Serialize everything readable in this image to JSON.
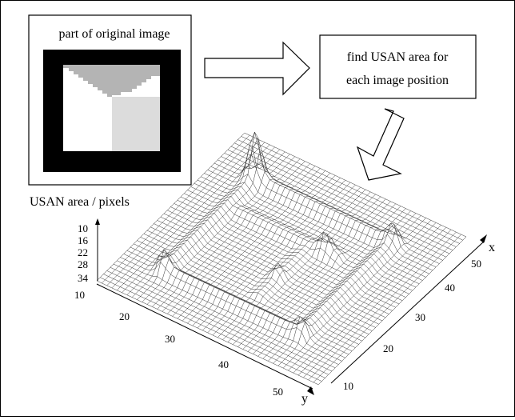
{
  "panel": {
    "image_caption": "part of original image",
    "process_line1": "find USAN area for",
    "process_line2": "each image position"
  },
  "plot": {
    "z_label": "USAN area / pixels",
    "z_ticks": [
      "10",
      "16",
      "22",
      "28",
      "34"
    ],
    "y_label": "y",
    "y_ticks": [
      "10",
      "20",
      "30",
      "40",
      "50"
    ],
    "x_label": "x",
    "x_ticks": [
      "10",
      "20",
      "30",
      "40",
      "50"
    ]
  },
  "colors": {
    "black": "#000000",
    "white": "#ffffff",
    "top_gray": "#b4b4b4",
    "light_gray": "#dcdcdc"
  }
}
